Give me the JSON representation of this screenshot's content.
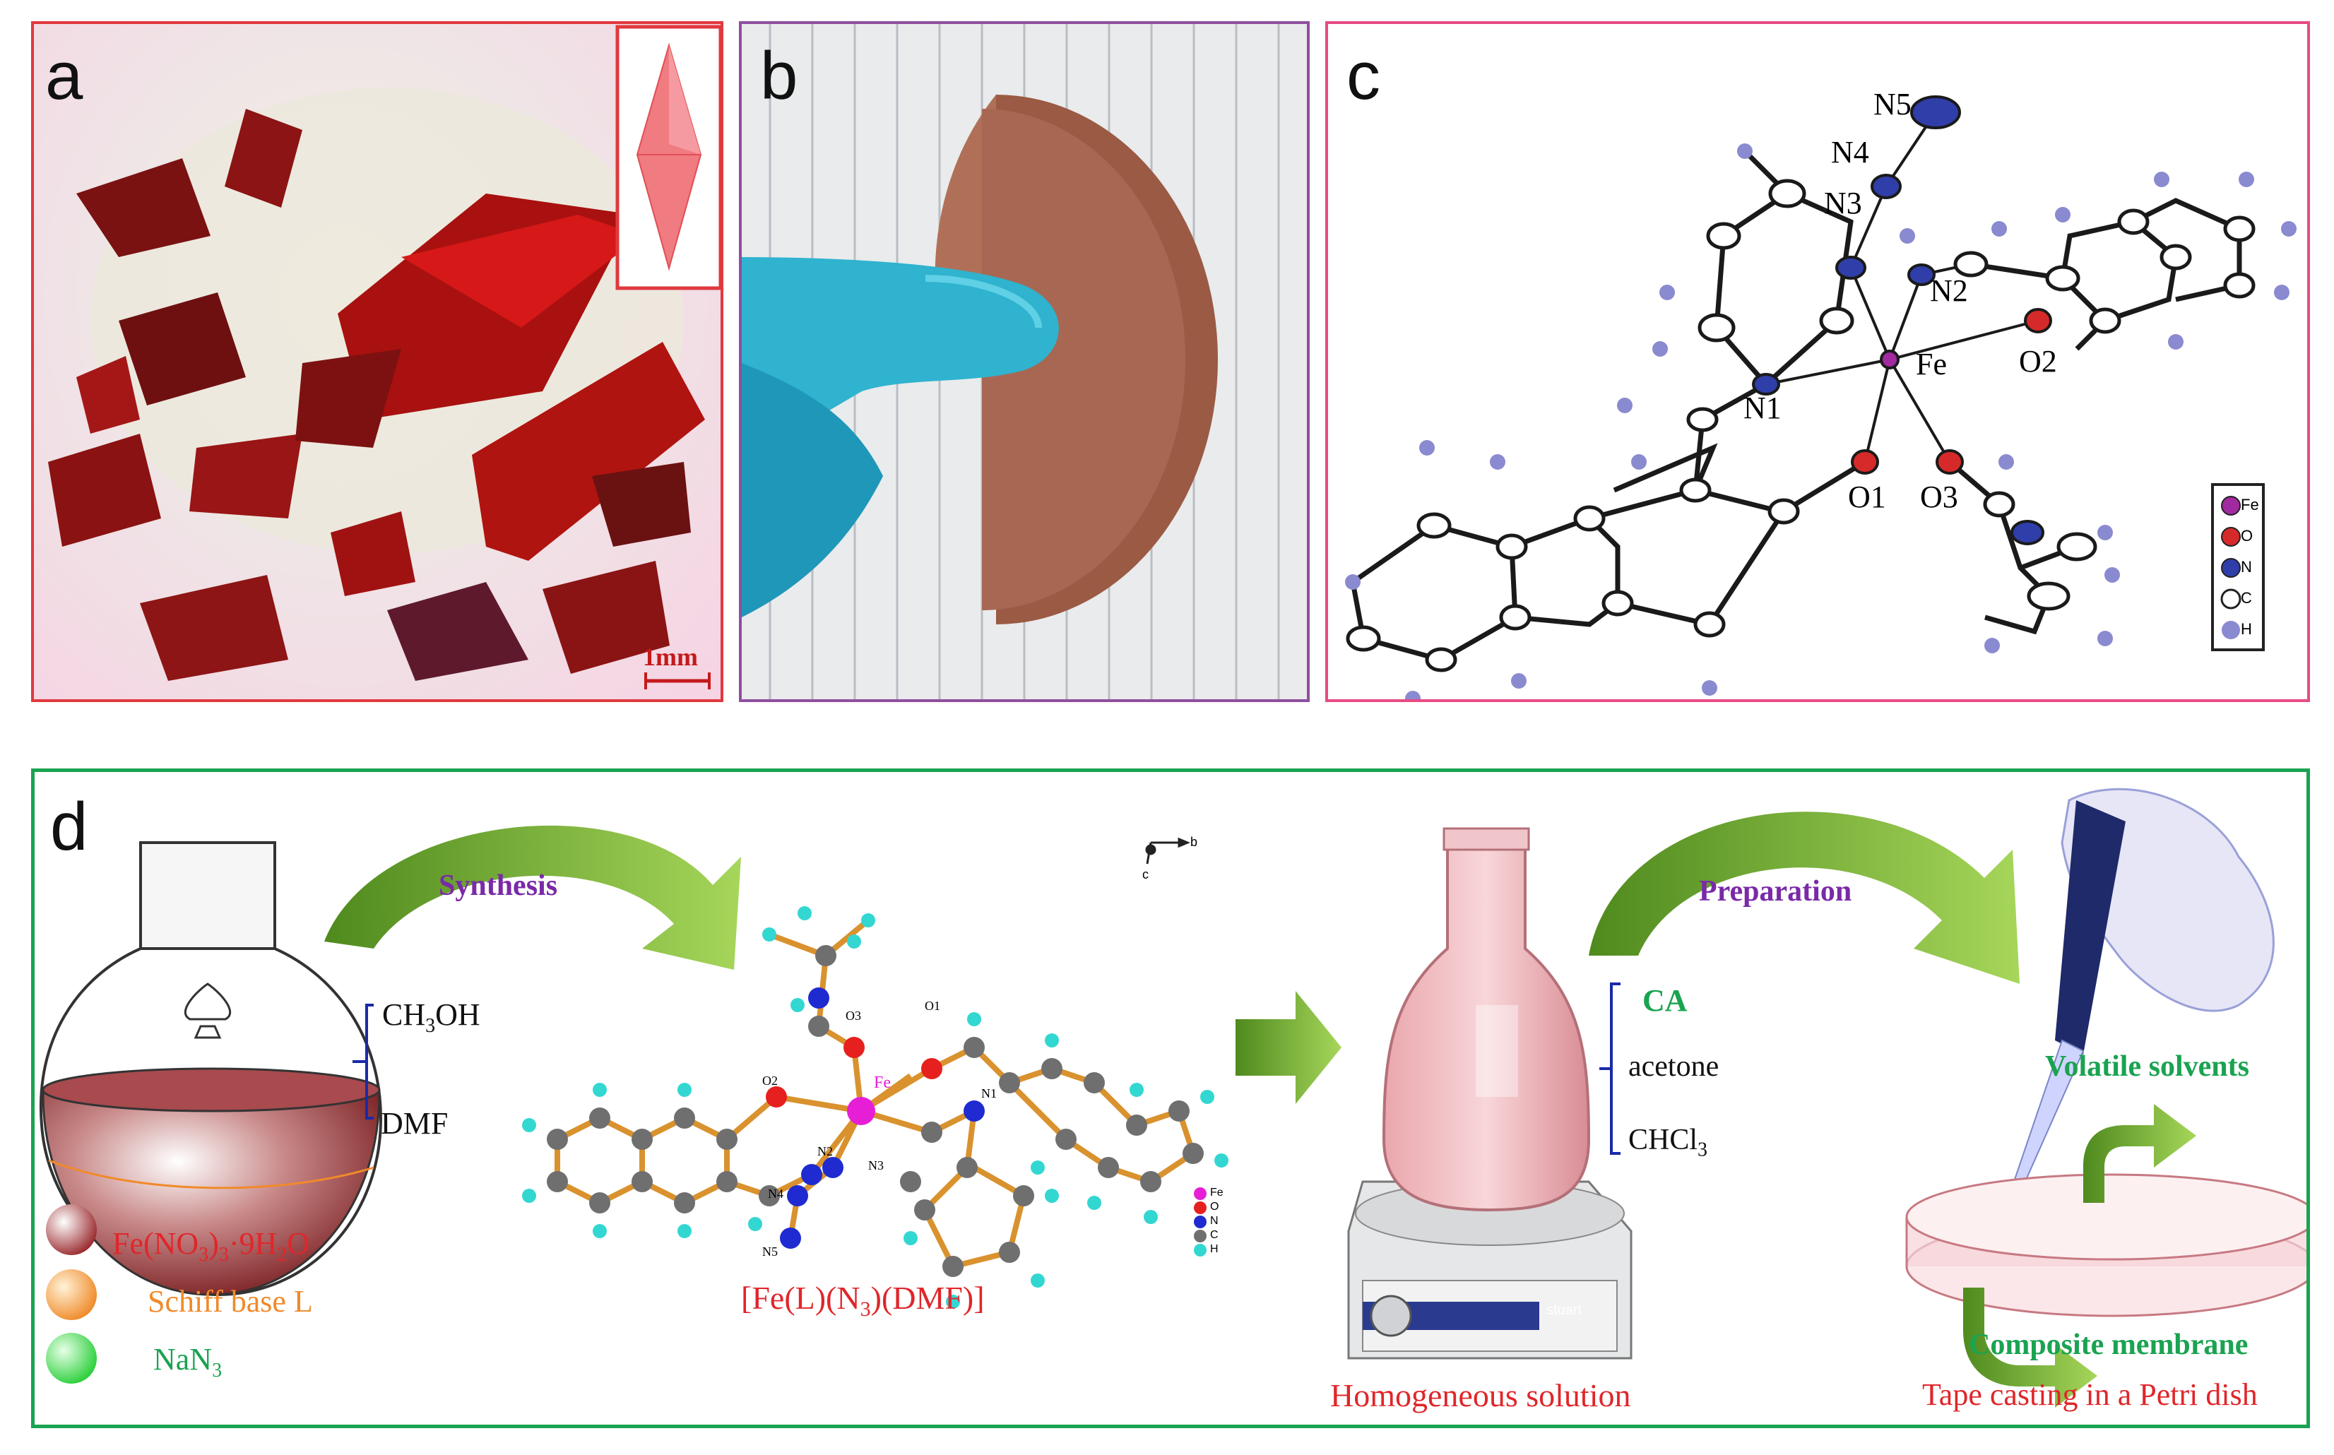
{
  "colors": {
    "panel_a_border": "#e0393e",
    "panel_b_border": "#8f4f9e",
    "panel_c_border": "#e84a86",
    "panel_d_border": "#1aa351",
    "arrow_green": "#7cb93a",
    "red_text": "#e0262a",
    "green_text": "#1aa351",
    "purple_text": "#7a2aa8",
    "atom_fe": "#e61fd6",
    "atom_o": "#e5201e",
    "atom_n": "#1f2bd0",
    "atom_c": "#6f6f6f",
    "atom_h": "#33d7d2",
    "bond_orange": "#d9922e"
  },
  "panel_a": {
    "label": "a",
    "scale_bar": "1mm"
  },
  "panel_b": {
    "label": "b"
  },
  "panel_c": {
    "label": "c",
    "atoms": {
      "n1": "N1",
      "n2": "N2",
      "n3": "N3",
      "n4": "N4",
      "n5": "N5",
      "fe": "Fe",
      "o1": "O1",
      "o2": "O2",
      "o3": "O3"
    },
    "legend": [
      "Fe",
      "O",
      "N",
      "C",
      "H"
    ]
  },
  "panel_d": {
    "label": "d",
    "solvents": [
      "CH3OH",
      "DMF"
    ],
    "reagents": [
      "Fe(NO3)3·9H2O",
      "Schiff base L",
      "NaN3"
    ],
    "synthesis": "Synthesis",
    "compound": "[Fe(L)(N3)(DMF)]",
    "small_atoms": {
      "o1": "O1",
      "o2": "O2",
      "o3": "O3",
      "n1": "N1",
      "n2": "N2",
      "n3": "N3",
      "n4": "N4",
      "n5": "N5",
      "fe": "Fe"
    },
    "axes": [
      "b",
      "c"
    ],
    "legend": [
      "Fe",
      "O",
      "N",
      "C",
      "H"
    ],
    "mixture": [
      "CA",
      "acetone",
      "CHCl3"
    ],
    "homogeneous": "Homogeneous solution",
    "preparation": "Preparation",
    "volatile": "Volatile solvents",
    "membrane": "Composite membrane",
    "tape": "Tape casting in a Petri dish",
    "stirrer_brand": "stuart"
  }
}
